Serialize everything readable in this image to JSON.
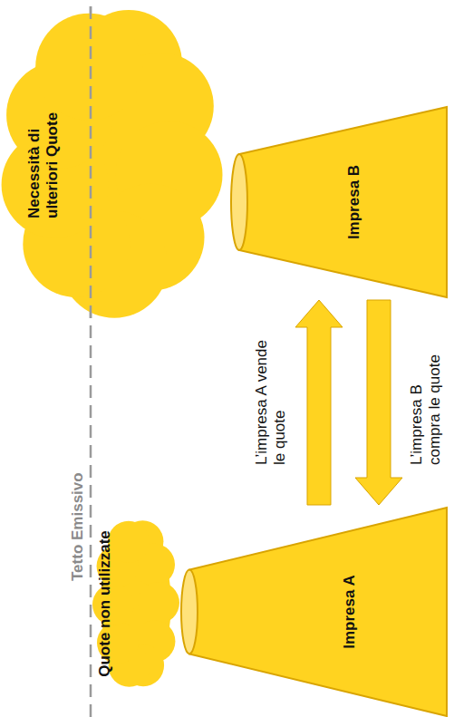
{
  "diagram": {
    "nodes": [
      {
        "text": [
          "Quote non utilizzate"
        ]
      },
      {
        "text": [
          "Necessità di ulteriori Quote"
        ]
      },
      {
        "text": [
          "Impresa A"
        ]
      },
      {
        "text": [
          "Impresa B"
        ]
      }
    ],
    "edges": [
      {
        "from": 2,
        "to": 3,
        "arrow": "to",
        "label": "L’impresa A vende le quote"
      },
      {
        "from": 3,
        "to": 2,
        "arrow": "to",
        "label": "L’impresa B compra le quote"
      }
    ],
    "labels": [
      "Tetto Emissivo"
    ]
  }
}
